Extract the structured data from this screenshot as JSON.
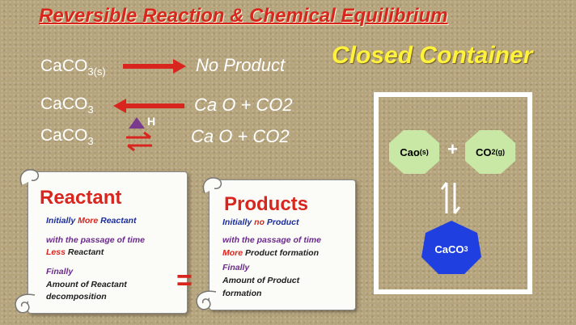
{
  "title": "Reversible Reaction & Chemical Equilibrium",
  "closed_label": "Closed Container",
  "reactions": {
    "r1": {
      "reactant": "CaCO",
      "reactant_sub": "3(s)",
      "product": "No Product"
    },
    "r2": {
      "reactant": "CaCO",
      "reactant_sub": "3",
      "product": "Ca O + CO2"
    },
    "r3": {
      "reactant": "CaCO",
      "reactant_sub": "3",
      "heat": "H",
      "product": "Ca O + CO2"
    }
  },
  "reactant_scroll": {
    "heading": "Reactant",
    "initially_prefix": "Initially ",
    "initially_highlight": "More",
    "initially_suffix": " Reactant",
    "passage": "with the passage of time",
    "less_highlight": "Less",
    "less_suffix": " Reactant",
    "finally": "Finally",
    "amount_line1": "Amount of  Reactant",
    "amount_line2": "decomposition"
  },
  "product_scroll": {
    "heading": "Products",
    "initially_prefix": "Initially ",
    "initially_highlight": "no",
    "initially_suffix": " Product",
    "passage": "with the passage of time",
    "more_highlight": "More",
    "more_suffix": " Product formation",
    "finally": "Finally",
    "amount_line1": "Amount of  Product",
    "amount_line2": "formation"
  },
  "equals_sign": "=",
  "container": {
    "cao": "Cao",
    "cao_sub": "(s)",
    "plus": "+",
    "co2": "CO",
    "co2_sub": "2(g)",
    "caco3": "CaCO",
    "caco3_sub": "3"
  },
  "colors": {
    "title_red": "#d8261f",
    "closed_yellow": "#fff23a",
    "arrow_red": "#d8261f",
    "octagon_green": "#c9e8a6",
    "octagon_blue": "#1f3fe0",
    "heat_triangle": "#7a3b8f"
  }
}
